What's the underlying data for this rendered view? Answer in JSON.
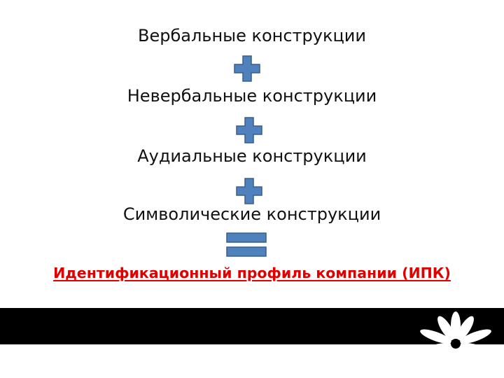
{
  "diagram": {
    "terms": [
      "Вербальные конструкции",
      "Невербальные конструкции",
      "Аудиальные конструкции",
      "Символические конструкции"
    ],
    "result": "Идентификационный профиль компании (ИПК)",
    "operators": [
      "plus-icon",
      "plus-icon",
      "plus-icon",
      "equals-icon"
    ]
  },
  "colors": {
    "operator_fill": "#4F81BD",
    "operator_stroke": "#385D8A",
    "result_text": "#E00000",
    "footer_band": "#000000",
    "flower_petals": "#FFFFFF"
  }
}
